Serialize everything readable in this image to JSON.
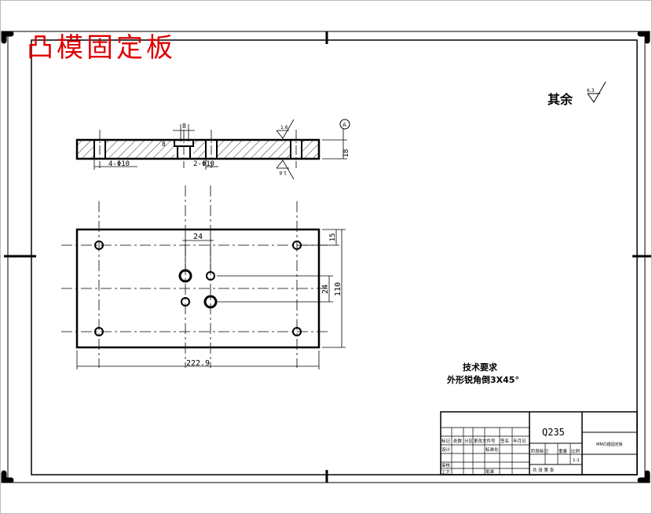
{
  "drawing_title": "凸模固定板",
  "roughness_note": {
    "label": "其余",
    "value": "6.3"
  },
  "section_view": {
    "dims": {
      "counterbore": "8",
      "slot": "8",
      "holes_left": "4-Φ10",
      "holes_center": "2-Φ10",
      "thickness": "18",
      "roughness_top": "1.6",
      "roughness_bottom": "1.6"
    },
    "datum": "A"
  },
  "plan_view": {
    "dims": {
      "width": "222.9",
      "height": "110",
      "edge_offset": "15",
      "hole_pitch_x": "24",
      "hole_pitch_y": "24"
    }
  },
  "tech_requirements": {
    "heading": "技术要求",
    "line1": "外形锐角倒3X45°"
  },
  "title_block": {
    "material": "Q235",
    "part_name": "MM凸模固定板",
    "cells": {
      "biaoji": "标记",
      "chushu": "处数",
      "fenqu": "分区",
      "wenjian": "更改文件号",
      "qianming": "签名",
      "nianyueri": "年月日",
      "sheji": "设计",
      "biaozhunhua": "标准化",
      "jieduan": "阶段标记",
      "zhongliang": "重量",
      "bili": "比例",
      "scale": "1:1",
      "shenhe": "审核",
      "gongyi": "工艺",
      "pizhun": "批准",
      "sheet": "共 张 第 张"
    }
  }
}
